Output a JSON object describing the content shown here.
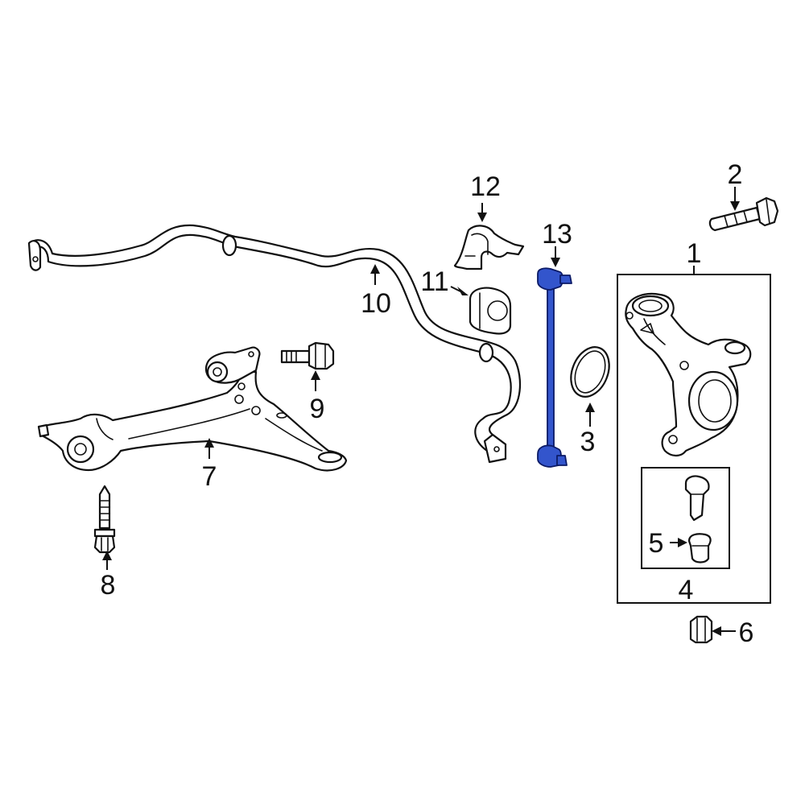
{
  "callouts": {
    "c1": "1",
    "c2": "2",
    "c3": "3",
    "c4": "4",
    "c5": "5",
    "c6": "6",
    "c7": "7",
    "c8": "8",
    "c9": "9",
    "c10": "10",
    "c11": "11",
    "c12": "12",
    "c13": "13"
  },
  "colors": {
    "highlight_part": "#3355cc",
    "line_art": "#111111",
    "background": "#ffffff"
  },
  "highlighted_part": "13"
}
